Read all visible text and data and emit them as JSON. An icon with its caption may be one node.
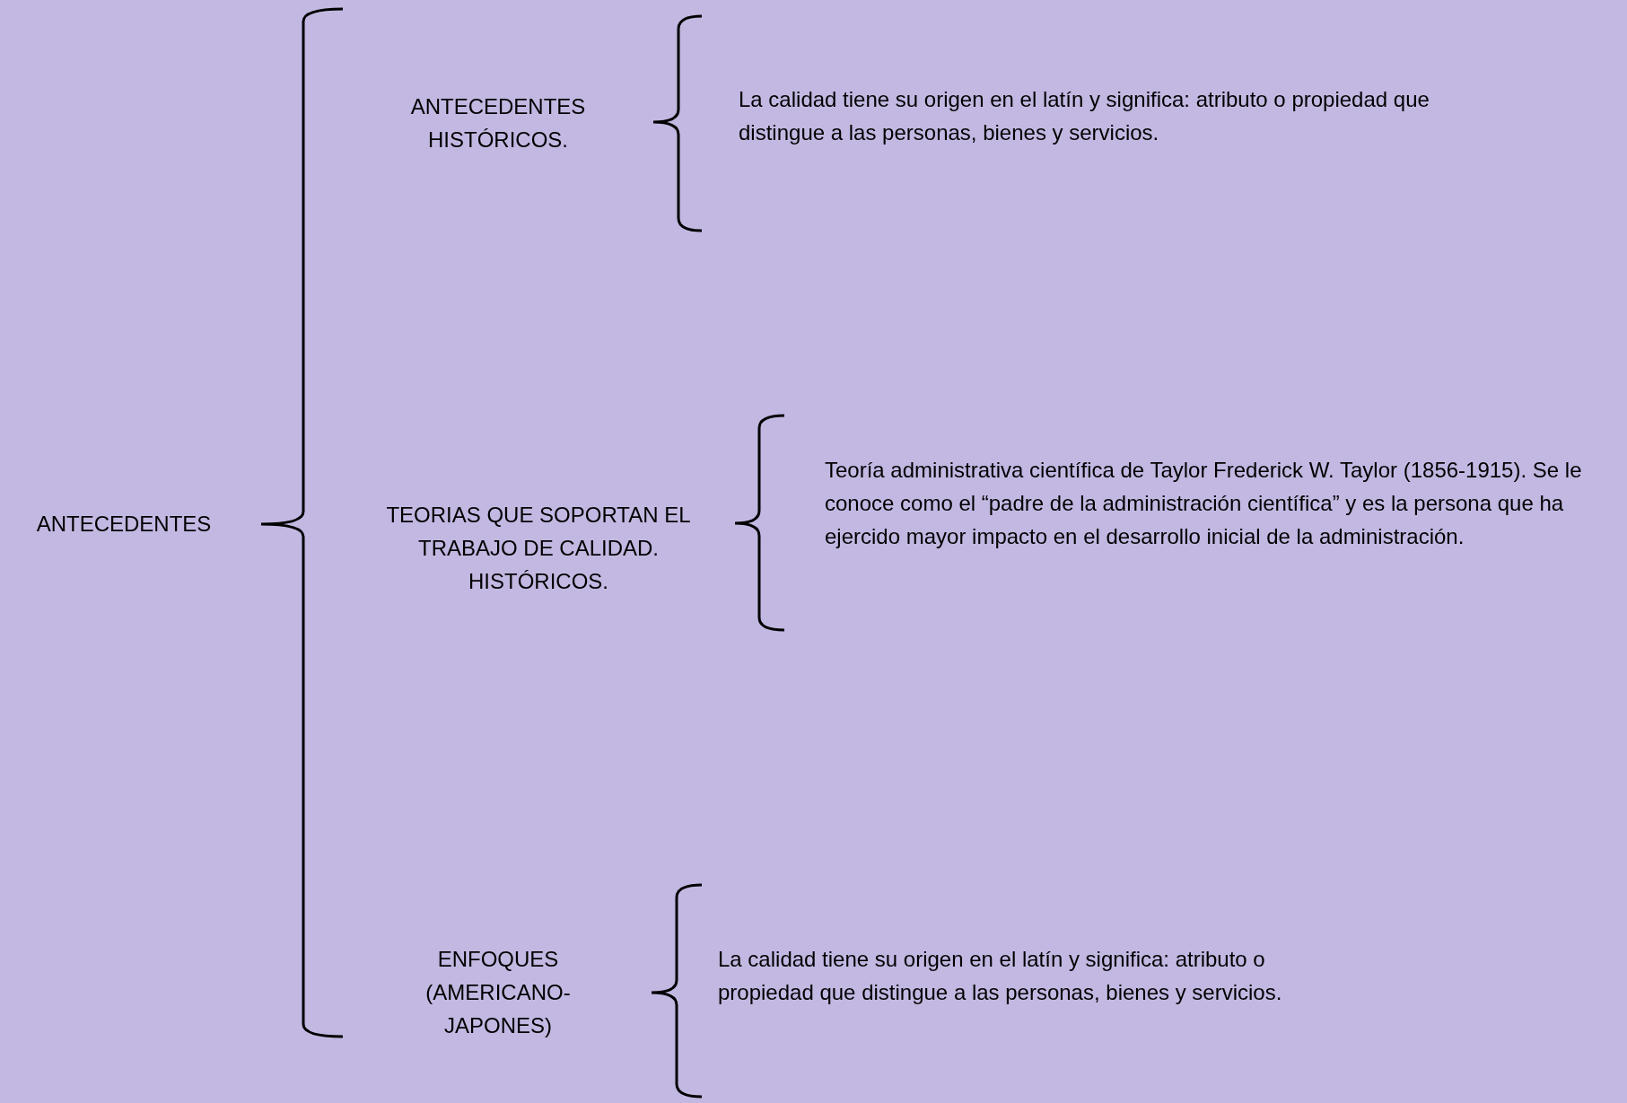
{
  "diagram": {
    "labels": [
      "ANTECEDENTES",
      "ANTECEDENTES HISTÓRICOS.",
      "La calidad tiene su origen en el latín y significa: atributo o propiedad que distingue a las personas, bienes y servicios.",
      "TEORIAS QUE SOPORTAN EL TRABAJO DE CALIDAD. HISTÓRICOS.",
      "Teoría administrativa científica de Taylor Frederick W. Taylor (1856-1915). Se le conoce como el “padre de la administración científica” y es la persona que ha ejercido mayor impacto en el desarrollo inicial de la administración.",
      "ENFOQUES (AMERICANO-JAPONES)",
      "La calidad tiene su origen en el latín y significa: atributo o propiedad que distingue a las personas, bienes y servicios."
    ]
  }
}
